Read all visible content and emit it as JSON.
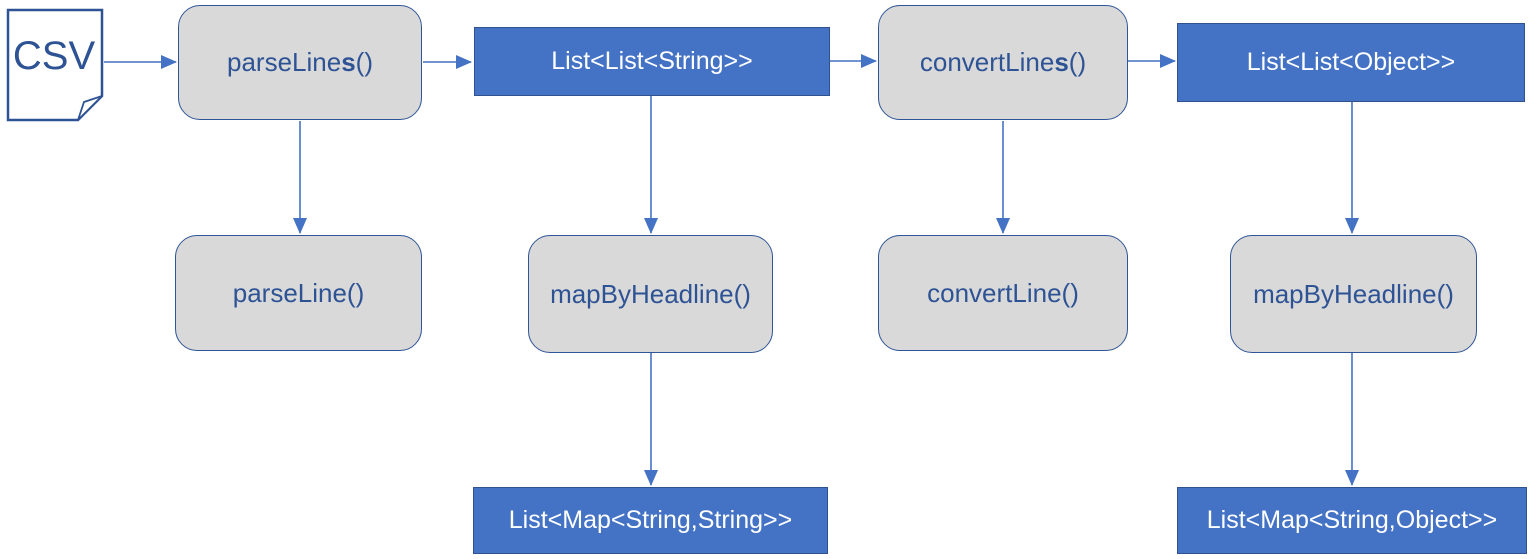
{
  "diagram": {
    "type": "flowchart",
    "description_colors": {
      "process_node_fill": "#d9d9d9",
      "process_node_border": "#2f5597",
      "process_node_text": "#2e5395",
      "data_node_fill": "#4472c4",
      "data_node_border": "#2f528f",
      "data_node_text": "#ffffff",
      "arrow": "#4472c4",
      "csv_icon_stroke": "#2e5395",
      "csv_icon_text": "#2e5395"
    },
    "csv_icon": {
      "label": "CSV"
    },
    "nodes": {
      "parse_lines": {
        "prefix": "parseLine",
        "bold": "s",
        "suffix": "()"
      },
      "list_list_string": {
        "label": "List<List<String>>"
      },
      "convert_lines": {
        "prefix": "convertLine",
        "bold": "s",
        "suffix": "()"
      },
      "list_list_object": {
        "label": "List<List<Object>>"
      },
      "parse_line": {
        "label": "parseLine()"
      },
      "map_by_headline_1": {
        "label": "mapByHeadline()"
      },
      "convert_line": {
        "label": "convertLine()"
      },
      "map_by_headline_2": {
        "label": "mapByHeadline()"
      },
      "list_map_string_string": {
        "label": "List<Map<String,String>>"
      },
      "list_map_string_object": {
        "label": "List<Map<String,Object>>"
      }
    },
    "edges": [
      {
        "from": "csv-document",
        "to": "parse-lines"
      },
      {
        "from": "parse-lines",
        "to": "list-list-string"
      },
      {
        "from": "list-list-string",
        "to": "convert-lines"
      },
      {
        "from": "convert-lines",
        "to": "list-list-object"
      },
      {
        "from": "parse-lines",
        "to": "parse-line"
      },
      {
        "from": "list-list-string",
        "to": "map-by-headline-1"
      },
      {
        "from": "convert-lines",
        "to": "convert-line"
      },
      {
        "from": "list-list-object",
        "to": "map-by-headline-2"
      },
      {
        "from": "map-by-headline-1",
        "to": "list-map-string-string"
      },
      {
        "from": "map-by-headline-2",
        "to": "list-map-string-object"
      }
    ]
  }
}
